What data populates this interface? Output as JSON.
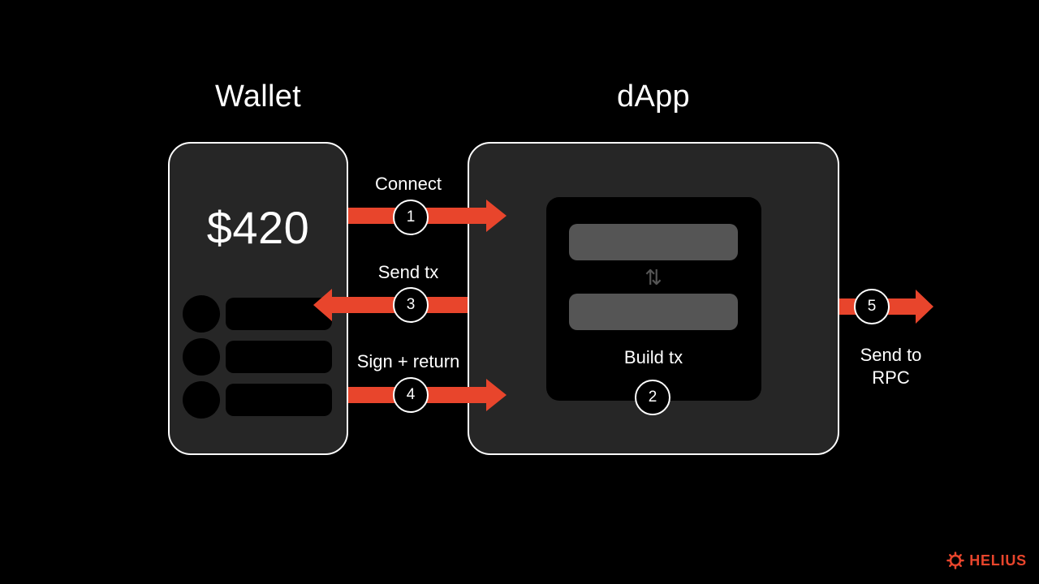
{
  "titles": {
    "wallet": "Wallet",
    "dapp": "dApp"
  },
  "wallet": {
    "balance": "$420"
  },
  "dapp": {
    "swap_icon": "swap-arrows-icon",
    "build_label": "Build tx"
  },
  "steps": {
    "connect": {
      "number": "1",
      "label": "Connect"
    },
    "build": {
      "number": "2"
    },
    "send_tx": {
      "number": "3",
      "label": "Send tx"
    },
    "sign_return": {
      "number": "4",
      "label": "Sign + return"
    },
    "send_rpc": {
      "number": "5",
      "label_line1": "Send to",
      "label_line2": "RPC"
    }
  },
  "brand": {
    "name": "HELIUS",
    "logo_icon": "helius-logo-icon"
  },
  "colors": {
    "background": "#000000",
    "panel": "#262626",
    "arrow": "#e8452c",
    "field": "#555555"
  }
}
